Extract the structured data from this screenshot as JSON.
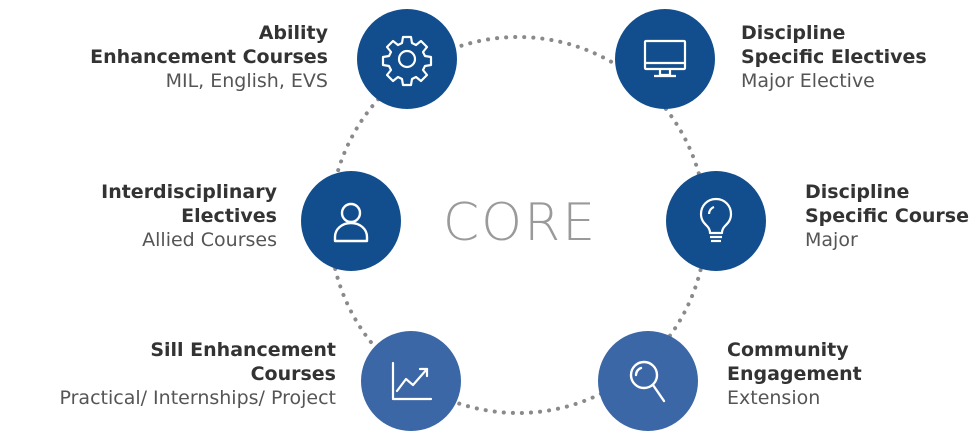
{
  "center": {
    "label": "CORE"
  },
  "nodes": [
    {
      "id": "aec",
      "title_line1": "Ability",
      "title_line2": "Enhancement Courses",
      "subtitle": "MIL, English, EVS",
      "icon": "gear-icon",
      "color": "#124e8d"
    },
    {
      "id": "dse",
      "title_line1": "Discipline",
      "title_line2": "Specific Electives",
      "subtitle": "Major Elective",
      "icon": "monitor-icon",
      "color": "#124e8d"
    },
    {
      "id": "ide",
      "title_line1": "Interdisciplinary",
      "title_line2": "Electives",
      "subtitle": "Allied Courses",
      "icon": "person-icon",
      "color": "#124e8d"
    },
    {
      "id": "dsc",
      "title_line1": "Discipline",
      "title_line2": "Specific Course",
      "subtitle": "Major",
      "icon": "lightbulb-icon",
      "color": "#124e8d"
    },
    {
      "id": "sec",
      "title_line1": "Sill Enhancement",
      "title_line2": "Courses",
      "subtitle": "Practical/ Internships/ Project",
      "icon": "chart-icon",
      "color": "#3b67a6"
    },
    {
      "id": "ce",
      "title_line1": "Community",
      "title_line2": "Engagement",
      "subtitle": "Extension",
      "icon": "magnifier-icon",
      "color": "#3b67a6"
    }
  ]
}
